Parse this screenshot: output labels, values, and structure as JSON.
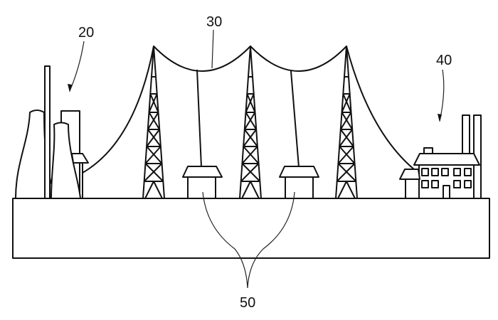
{
  "labels": {
    "power_plant": "20",
    "transmission_line": "30",
    "consumer_factory": "40",
    "substations": "50"
  },
  "towers": [
    {
      "id": "tower-1"
    },
    {
      "id": "tower-2"
    },
    {
      "id": "tower-3"
    }
  ],
  "colors": {
    "line": "#111111",
    "background": "#ffffff"
  }
}
